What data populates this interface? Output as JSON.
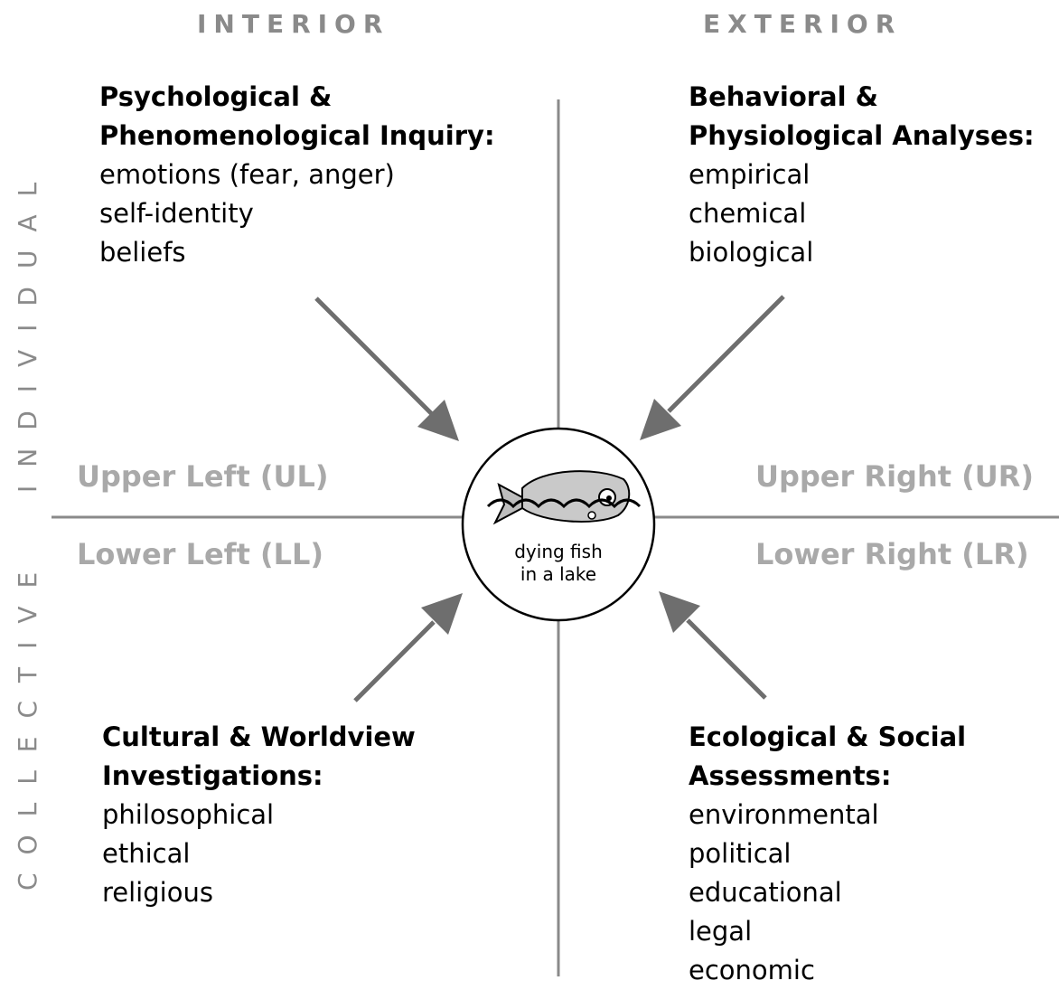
{
  "headers": {
    "interior": "INTERIOR",
    "exterior": "EXTERIOR",
    "individual": "INDIVIDUAL",
    "collective": "COLLECTIVE"
  },
  "quadrants": {
    "ul": "Upper Left (UL)",
    "ur": "Upper Right (UR)",
    "ll": "Lower Left (LL)",
    "lr": "Lower Right (LR)"
  },
  "center": {
    "line1": "dying fish",
    "line2": "in a lake",
    "icon": "fish-in-water-icon"
  },
  "blocks": {
    "ul": {
      "heading": [
        "Psychological &",
        "Phenomenological Inquiry:"
      ],
      "items": [
        "emotions (fear, anger)",
        "self-identity",
        "beliefs"
      ]
    },
    "ur": {
      "heading": [
        "Behavioral &",
        "Physiological Analyses:"
      ],
      "items": [
        "empirical",
        "chemical",
        "biological"
      ]
    },
    "ll": {
      "heading": [
        "Cultural & Worldview",
        "Investigations:"
      ],
      "items": [
        "philosophical",
        "ethical",
        "religious"
      ]
    },
    "lr": {
      "heading": [
        "Ecological & Social",
        "Assessments:"
      ],
      "items": [
        "environmental",
        "political",
        "educational",
        "legal",
        "economic"
      ]
    }
  },
  "colors": {
    "axis": "#8a8a8a",
    "arrow": "#6e6e6e",
    "label_gray": "#a9a9a9"
  }
}
